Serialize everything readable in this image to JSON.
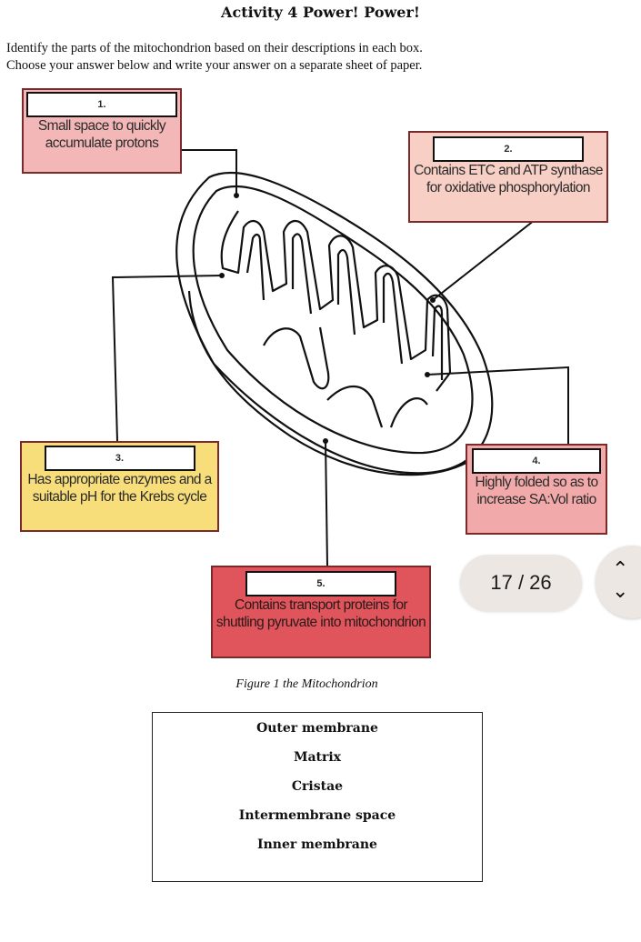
{
  "title": "Activity 4 Power! Power!",
  "instructions": [
    "Identify the parts of the mitochondrion based on their descriptions in each box.",
    "Choose your answer below and write your answer on a separate sheet of paper."
  ],
  "boxes": [
    {
      "number": "1.",
      "text": [
        "Small space to quickly",
        "accumulate protons"
      ],
      "color": "#f4b7b7"
    },
    {
      "number": "2.",
      "text": [
        "Contains ETC and ATP synthase",
        "for oxidative phosphorylation"
      ],
      "color": "#f7cfc5"
    },
    {
      "number": "3.",
      "text": [
        "Has appropriate enzymes and a",
        "suitable pH for the Krebs cycle"
      ],
      "color": "#f7de7a"
    },
    {
      "number": "4.",
      "text": [
        "Highly folded so as to",
        "increase SA:Vol ratio"
      ],
      "color": "#f2a9a9"
    },
    {
      "number": "5.",
      "text": [
        "Contains transport proteins for",
        "shuttling pyruvate into mitochondrion"
      ],
      "color": "#e0545c"
    }
  ],
  "caption": "Figure 1 the Mitochondrion",
  "answer_choices": [
    "Outer membrane",
    "Matrix",
    "Cristae",
    "Intermembrane space",
    "Inner membrane"
  ],
  "viewer": {
    "page_indicator": "17 / 26",
    "nav_up_icon": "chevron-up-icon",
    "nav_down_icon": "chevron-down-icon"
  }
}
